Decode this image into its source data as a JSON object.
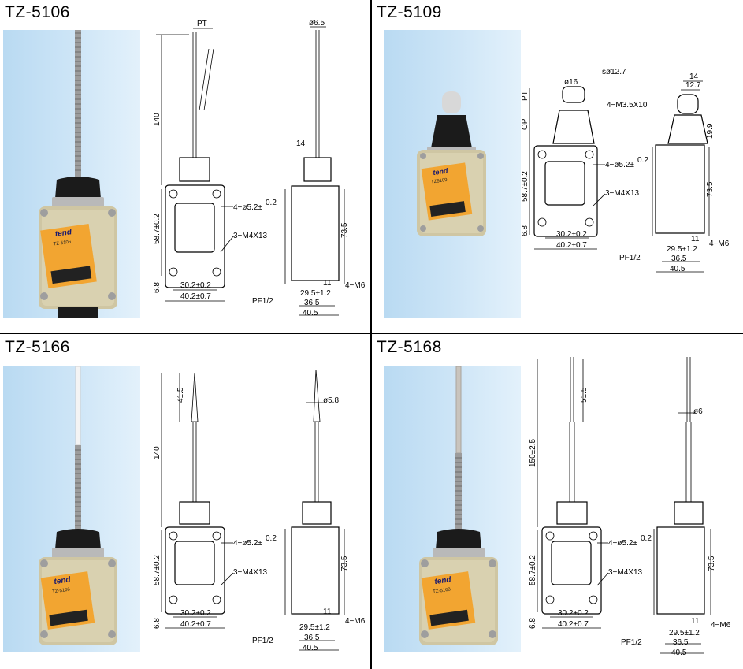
{
  "panels": [
    {
      "id": "tz5106",
      "title": "TZ-5106",
      "label_brand": "tend",
      "label_model": "TZ-5106",
      "dims": {
        "pt": "PT",
        "length": "140",
        "height": "58.7±0.2",
        "bottom": "6.8",
        "inner_w": "30.2±0.2",
        "outer_w": "40.2±0.7",
        "holes": "4−ø5.2±",
        "holes_tol": "0.2",
        "screws": "3−M4X13",
        "dia_top": "ø6.5",
        "side_14": "14",
        "side_h": "73.5",
        "side_11": "11",
        "side_m6": "4−M6",
        "side_29": "29.5±1.2",
        "side_36": "36.5",
        "side_40": "40.5",
        "pf": "PF1/2"
      }
    },
    {
      "id": "tz5109",
      "title": "TZ-5109",
      "label_brand": "tend",
      "label_model": "TZ5109",
      "dims": {
        "pt": "PT",
        "op": "OP",
        "dia16": "ø16",
        "sr": "sø12.7",
        "m35": "4−M3.5X10",
        "height": "58.7±0.2",
        "bottom": "6.8",
        "inner_w": "30.2±0.2",
        "outer_w": "40.2±0.7",
        "holes": "4−ø5.2±",
        "holes_tol": "0.2",
        "screws": "3−M4X13",
        "side_14": "14",
        "side_127": "12.7",
        "side_199": "19.9",
        "side_h": "73.5",
        "side_11": "11",
        "side_m6": "4−M6",
        "side_29": "29.5±1.2",
        "side_36": "36.5",
        "side_40": "40.5",
        "pf": "PF1/2"
      }
    },
    {
      "id": "tz5166",
      "title": "TZ-5166",
      "label_brand": "tend",
      "label_model": "TZ-5166",
      "dims": {
        "tip": "41.5",
        "length": "140",
        "height": "58.7±0.2",
        "bottom": "6.8",
        "inner_w": "30.2±0.2",
        "outer_w": "40.2±0.7",
        "holes": "4−ø5.2±",
        "holes_tol": "0.2",
        "screws": "3−M4X13",
        "dia_top": "ø5.8",
        "side_h": "73.5",
        "side_11": "11",
        "side_m6": "4−M6",
        "side_29": "29.5±1.2",
        "side_36": "36.5",
        "side_40": "40.5",
        "pf": "PF1/2"
      }
    },
    {
      "id": "tz5168",
      "title": "TZ-5168",
      "label_brand": "tend",
      "label_model": "TZ-5168",
      "dims": {
        "tip": "51.5",
        "length": "150±2.5",
        "height": "58.7±0.2",
        "bottom": "6.8",
        "inner_w": "30.2±0.2",
        "outer_w": "40.2±0.7",
        "holes": "4−ø5.2±",
        "holes_tol": "0.2",
        "screws": "3−M4X13",
        "dia_top": "ø6",
        "side_h": "73.5",
        "side_11": "11",
        "side_m6": "4−M6",
        "side_29": "29.5±1.2",
        "side_36": "36.5",
        "side_40": "40.5",
        "pf": "PF1/2"
      }
    }
  ]
}
